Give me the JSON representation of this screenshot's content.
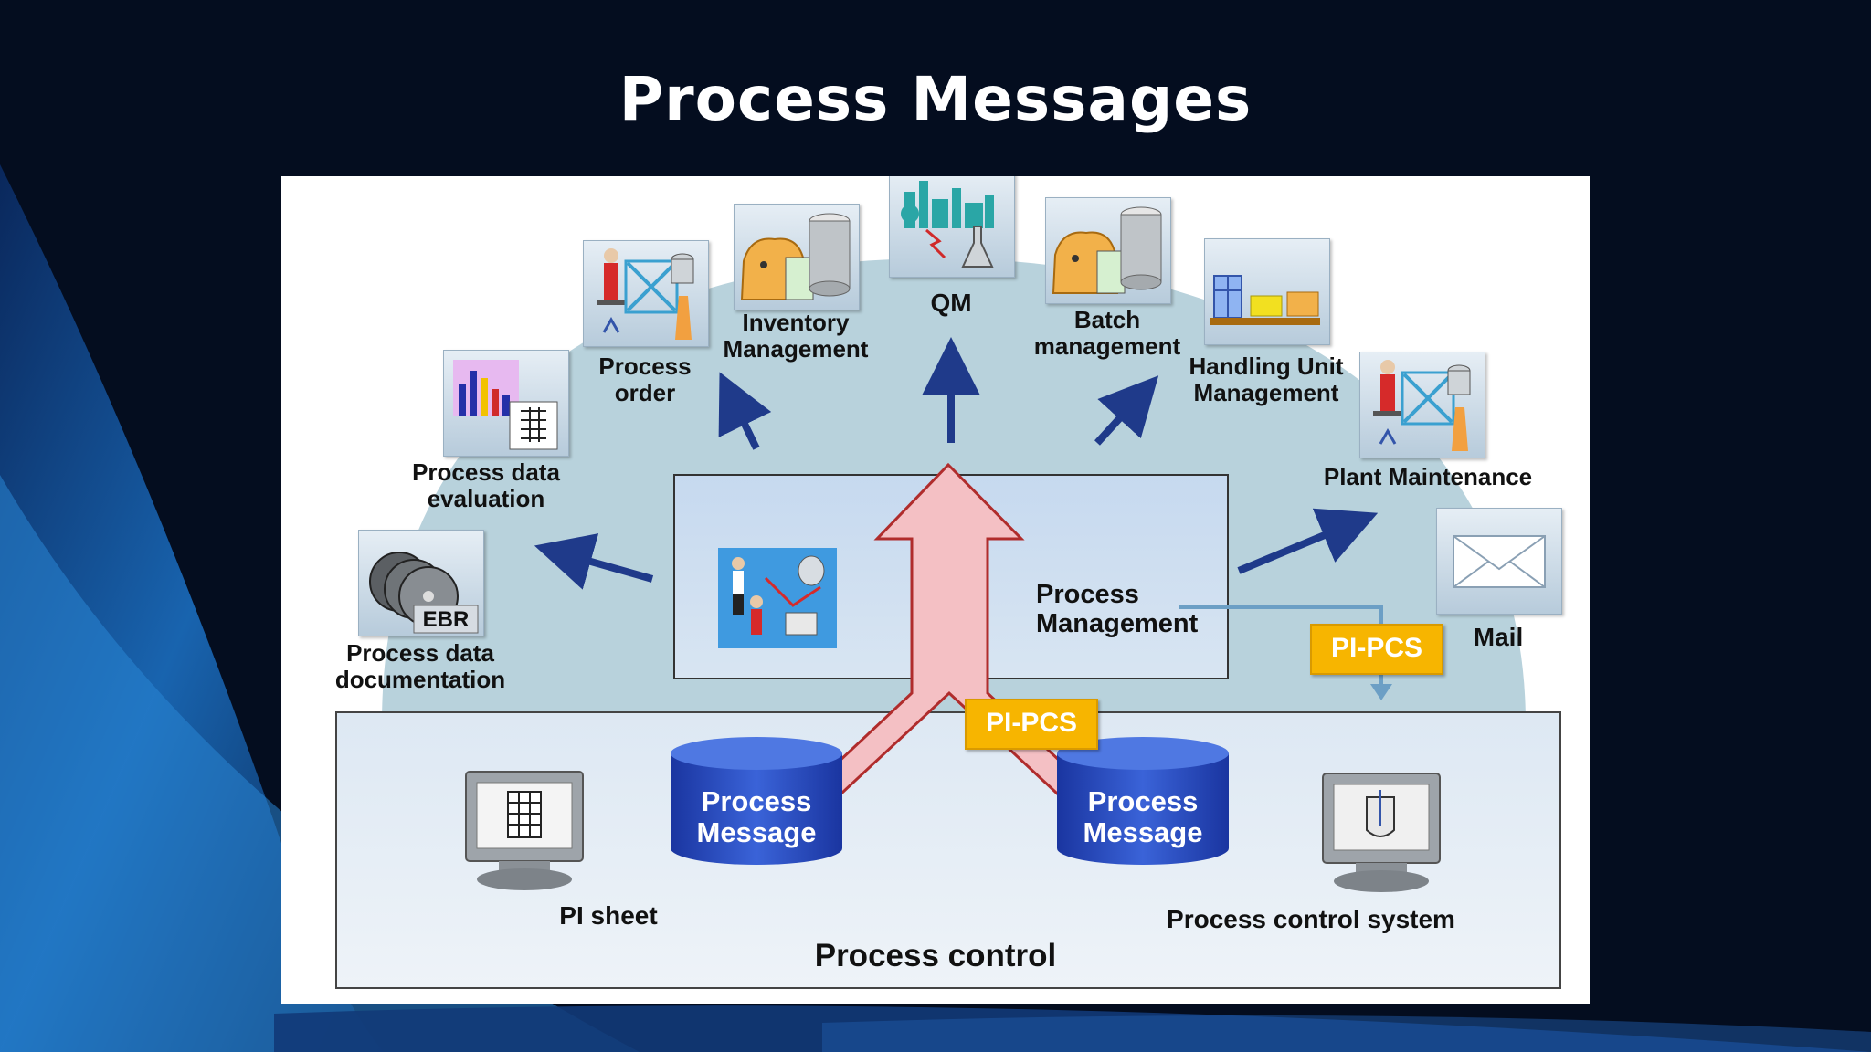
{
  "slide": {
    "title": "Process Messages"
  },
  "diagram": {
    "center": {
      "label": "Process Management"
    },
    "bottom": {
      "label": "Process control",
      "pi_sheet": "PI sheet",
      "process_control_system": "Process control system",
      "message_left": "Process Message",
      "message_right": "Process Message"
    },
    "tags": {
      "pi_pcs_bottom": "PI-PCS",
      "pi_pcs_right": "PI-PCS"
    },
    "targets": {
      "process_data_documentation": "Process data documentation",
      "ebr": "EBR",
      "process_data_evaluation": "Process data evaluation",
      "process_order": "Process order",
      "inventory_management": "Inventory Management",
      "qm": "QM",
      "batch_management": "Batch management",
      "handling_unit_management": "Handling Unit Management",
      "plant_maintenance": "Plant Maintenance",
      "mail": "Mail"
    }
  },
  "colors": {
    "arrow_blue": "#1f3a8a",
    "tag_yellow": "#f7b500",
    "cylinder_blue": "#2446b8",
    "big_arrow_fill": "#f4c0c4",
    "big_arrow_stroke": "#b02c2c",
    "dome": "#b8d2dc"
  }
}
